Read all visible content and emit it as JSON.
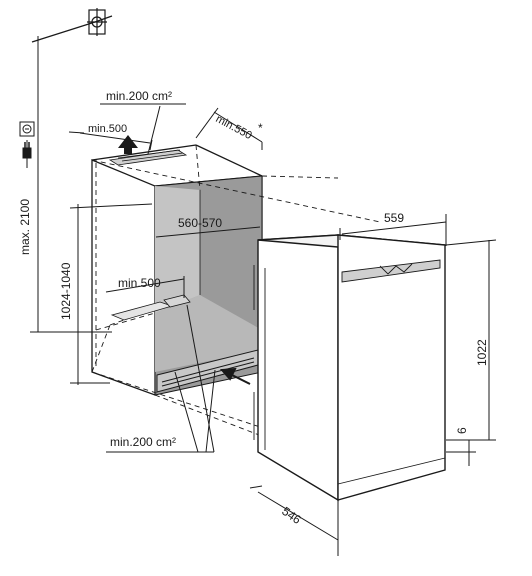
{
  "dimensions": {
    "max_height": "max. 2100",
    "niche_height": "1024-1040",
    "niche_width": "560-570",
    "niche_depth": "min.550",
    "niche_depth_mark": "*",
    "top_depth": "min.500",
    "bottom_depth": "min.500",
    "appliance_width": "559",
    "appliance_height": "1022",
    "appliance_depth": "546",
    "plinth_gap": "6"
  },
  "ventilation": {
    "top": "min.200 cm²",
    "bottom": "min.200 cm²"
  },
  "icons": [
    "electrical-outlet-icon",
    "power-plug-icon",
    "water-connection-icon",
    "airflow-arrow-icon"
  ],
  "colors": {
    "line": "#1a1a1a",
    "niche_interior": "#9a9a9a",
    "niche_floor": "#b8b8b8"
  }
}
